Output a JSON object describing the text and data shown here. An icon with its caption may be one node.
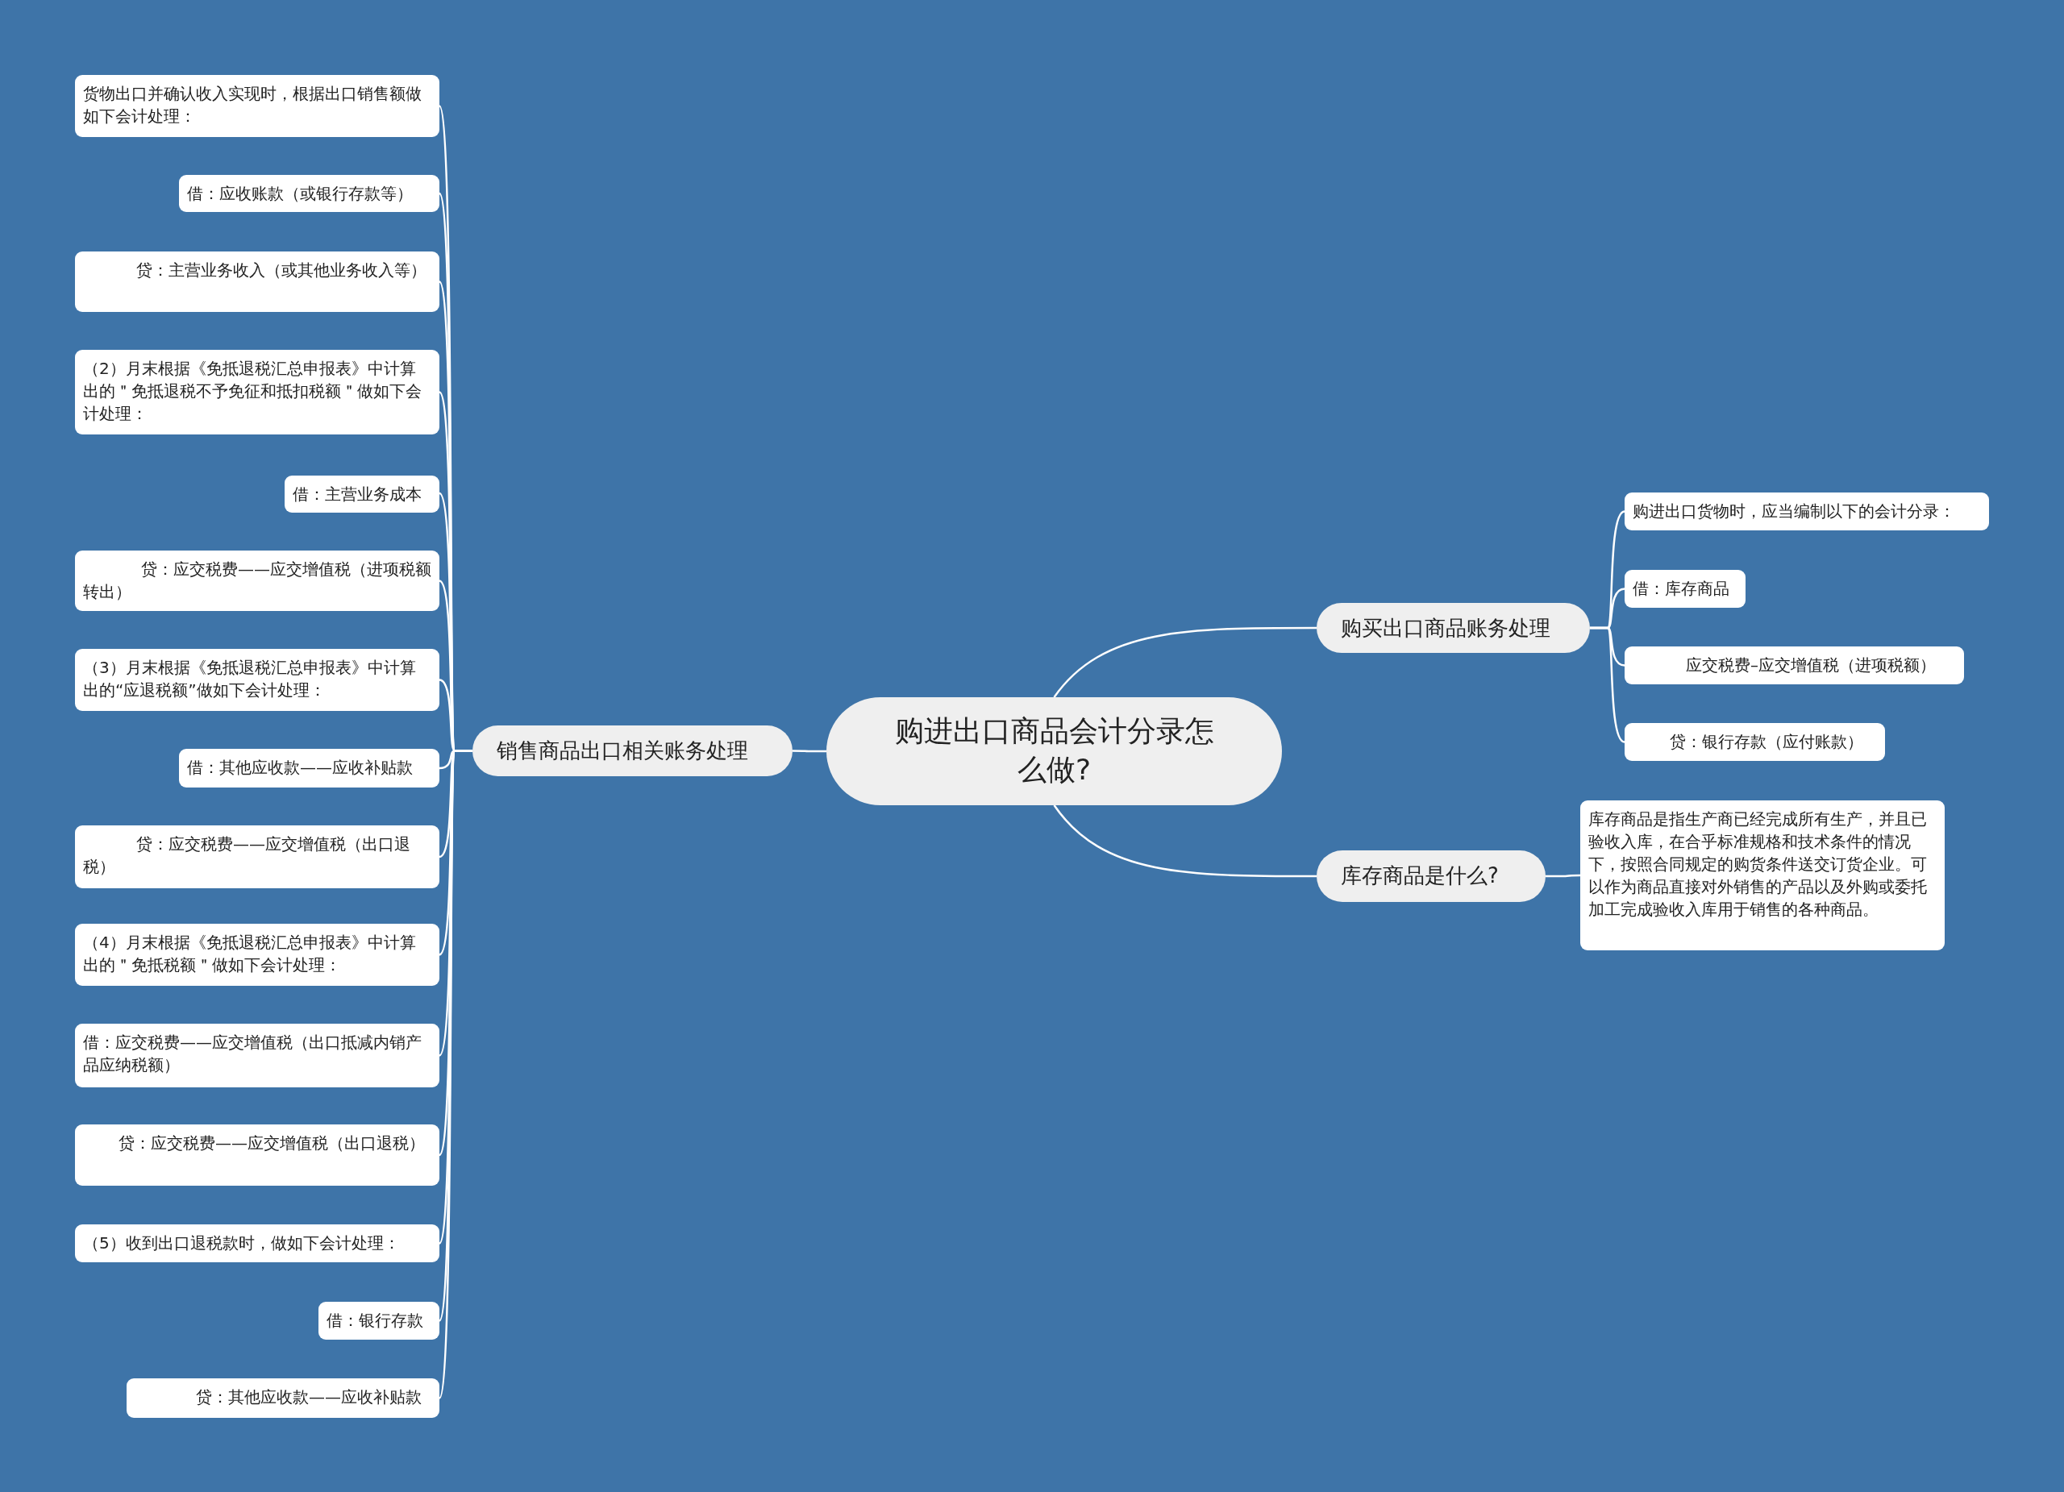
{
  "diagram": {
    "nodes": [
      {
        "text": [
          "购进出口商品会计分录怎么做?"
        ]
      },
      {
        "text": [
          "购买出口商品账务处理"
        ]
      },
      {
        "text": [
          "购进出口货物时，应当编制以下的会计分录："
        ]
      },
      {
        "text": [
          "借：库存商品"
        ]
      },
      {
        "text": [
          "应交税费–应交增值税（进项税额）"
        ]
      },
      {
        "text": [
          "贷：银行存款（应付账款）"
        ]
      },
      {
        "text": [
          "库存商品是什么?"
        ]
      },
      {
        "text": [
          "库存商品是指生产商已经完成所有生产，并且已验收入库，在合乎标准规格和技术条件的情况下，按照合同规定的购货条件送交订货企业。可以作为商品直接对外销售的产品以及外购或委托加工完成验收入库用于销售的各种商品。"
        ]
      },
      {
        "text": [
          "销售商品出口相关账务处理"
        ]
      },
      {
        "text": [
          "货物出口并确认收入实现时，根据出口销售额做如下会计处理："
        ]
      },
      {
        "text": [
          "借：应收账款（或银行存款等）"
        ]
      },
      {
        "text": [
          "贷：主营业务收入（或其他业务收入等）"
        ]
      },
      {
        "text": [
          "（2）月末根据《免抵退税汇总申报表》中计算出的＂免抵退税不予免征和抵扣税额＂做如下会计处理："
        ]
      },
      {
        "text": [
          "借：主营业务成本"
        ]
      },
      {
        "text": [
          "贷：应交税费——应交增值税（进项税额转出）"
        ]
      },
      {
        "text": [
          "（3）月末根据《免抵退税汇总申报表》中计算出的“应退税额”做如下会计处理："
        ]
      },
      {
        "text": [
          "借：其他应收款——应收补贴款"
        ]
      },
      {
        "text": [
          "贷：应交税费——应交增值税（出口退税）"
        ]
      },
      {
        "text": [
          "（4）月末根据《免抵退税汇总申报表》中计算出的＂免抵税额＂做如下会计处理："
        ]
      },
      {
        "text": [
          "借：应交税费——应交增值税（出口抵减内销产品应纳税额）"
        ]
      },
      {
        "text": [
          "贷：应交税费——应交增值税（出口退税）"
        ]
      },
      {
        "text": [
          "（5）收到出口退税款时，做如下会计处理："
        ]
      },
      {
        "text": [
          "借：银行存款"
        ]
      },
      {
        "text": [
          "贷：其他应收款——应收补贴款"
        ]
      }
    ],
    "edges": [
      {
        "from": 0,
        "to": 1,
        "arrow": "none"
      },
      {
        "from": 0,
        "to": 6,
        "arrow": "none"
      },
      {
        "from": 0,
        "to": 8,
        "arrow": "none"
      },
      {
        "from": 1,
        "to": 2,
        "arrow": "none"
      },
      {
        "from": 1,
        "to": 3,
        "arrow": "none"
      },
      {
        "from": 1,
        "to": 4,
        "arrow": "none"
      },
      {
        "from": 1,
        "to": 5,
        "arrow": "none"
      },
      {
        "from": 6,
        "to": 7,
        "arrow": "none"
      },
      {
        "from": 8,
        "to": 9,
        "arrow": "none"
      },
      {
        "from": 8,
        "to": 10,
        "arrow": "none"
      },
      {
        "from": 8,
        "to": 11,
        "arrow": "none"
      },
      {
        "from": 8,
        "to": 12,
        "arrow": "none"
      },
      {
        "from": 8,
        "to": 13,
        "arrow": "none"
      },
      {
        "from": 8,
        "to": 14,
        "arrow": "none"
      },
      {
        "from": 8,
        "to": 15,
        "arrow": "none"
      },
      {
        "from": 8,
        "to": 16,
        "arrow": "none"
      },
      {
        "from": 8,
        "to": 17,
        "arrow": "none"
      },
      {
        "from": 8,
        "to": 18,
        "arrow": "none"
      },
      {
        "from": 8,
        "to": 19,
        "arrow": "none"
      },
      {
        "from": 8,
        "to": 20,
        "arrow": "none"
      },
      {
        "from": 8,
        "to": 21,
        "arrow": "none"
      },
      {
        "from": 8,
        "to": 22,
        "arrow": "none"
      },
      {
        "from": 8,
        "to": 23,
        "arrow": "none"
      }
    ]
  }
}
